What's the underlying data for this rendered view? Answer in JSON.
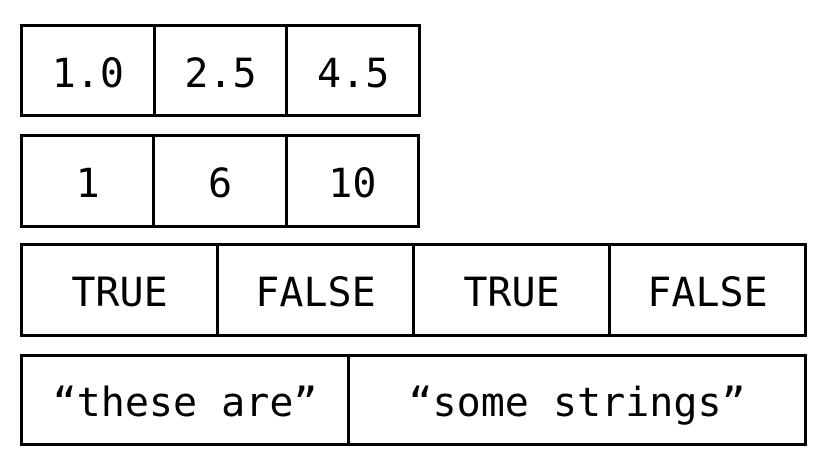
{
  "diagram": {
    "description": "Four vectors drawn as bordered cell sequences: doubles, integers, logicals, character strings",
    "background_color": "#ffffff",
    "border_color": "#000000",
    "text_color": "#000000",
    "rows": [
      {
        "name": "doubles-vector",
        "cells": [
          "1.0",
          "2.5",
          "4.5"
        ]
      },
      {
        "name": "integers-vector",
        "cells": [
          "1",
          "6",
          "10"
        ]
      },
      {
        "name": "logicals-vector",
        "cells": [
          "TRUE",
          "FALSE",
          "TRUE",
          "FALSE"
        ]
      },
      {
        "name": "strings-vector",
        "cells": [
          "“these are”",
          "“some strings”"
        ]
      }
    ]
  }
}
